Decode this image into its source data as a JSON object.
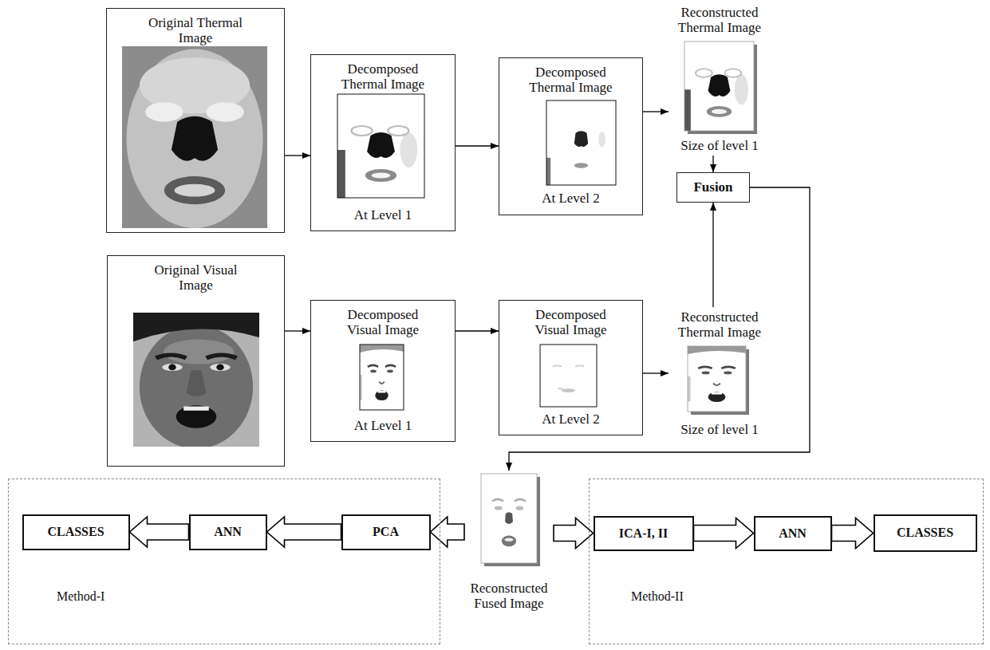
{
  "diagram": {
    "nodes": [
      {
        "text": [
          "Original Thermal Image"
        ]
      },
      {
        "text": [
          "Decomposed Thermal Image",
          "At Level 1"
        ]
      },
      {
        "text": [
          "Decomposed Thermal Image",
          "At Level 2"
        ]
      },
      {
        "text": [
          "Reconstructed Thermal Image",
          "Size of level 1"
        ]
      },
      {
        "text": [
          "Fusion"
        ]
      },
      {
        "text": [
          "Original Visual Image"
        ]
      },
      {
        "text": [
          "Decomposed Visual Image",
          "At Level 1"
        ]
      },
      {
        "text": [
          "Decomposed Visual Image",
          "At Level 2"
        ]
      },
      {
        "text": [
          "Reconstructed Thermal Image",
          "Size of level 1"
        ]
      },
      {
        "text": [
          "Method-I"
        ]
      },
      {
        "text": [
          "CLASSES"
        ],
        "in": 9
      },
      {
        "text": [
          "ANN"
        ],
        "in": 9
      },
      {
        "text": [
          "PCA"
        ],
        "in": 9
      },
      {
        "text": [
          "Reconstructed Fused Image"
        ]
      },
      {
        "text": [
          "Method-II"
        ]
      },
      {
        "text": [
          "ICA-I, II"
        ],
        "in": 14
      },
      {
        "text": [
          "ANN"
        ],
        "in": 14
      },
      {
        "text": [
          "CLASSES"
        ],
        "in": 14
      }
    ],
    "edges": [
      {
        "from": 0,
        "to": 1,
        "arrow": "to"
      },
      {
        "from": 1,
        "to": 2,
        "arrow": "to"
      },
      {
        "from": 2,
        "to": 3,
        "arrow": "to"
      },
      {
        "from": 3,
        "to": 4,
        "arrow": "to"
      },
      {
        "from": 5,
        "to": 6,
        "arrow": "to"
      },
      {
        "from": 6,
        "to": 7,
        "arrow": "to"
      },
      {
        "from": 7,
        "to": 8,
        "arrow": "to"
      },
      {
        "from": 8,
        "to": 4,
        "arrow": "to"
      },
      {
        "from": 4,
        "to": 13,
        "arrow": "to"
      },
      {
        "from": 13,
        "to": 12,
        "arrow": "to"
      },
      {
        "from": 12,
        "to": 11,
        "arrow": "to"
      },
      {
        "from": 11,
        "to": 10,
        "arrow": "to"
      },
      {
        "from": 13,
        "to": 15,
        "arrow": "to"
      },
      {
        "from": 15,
        "to": 16,
        "arrow": "to"
      },
      {
        "from": 16,
        "to": 17,
        "arrow": "to"
      }
    ]
  }
}
